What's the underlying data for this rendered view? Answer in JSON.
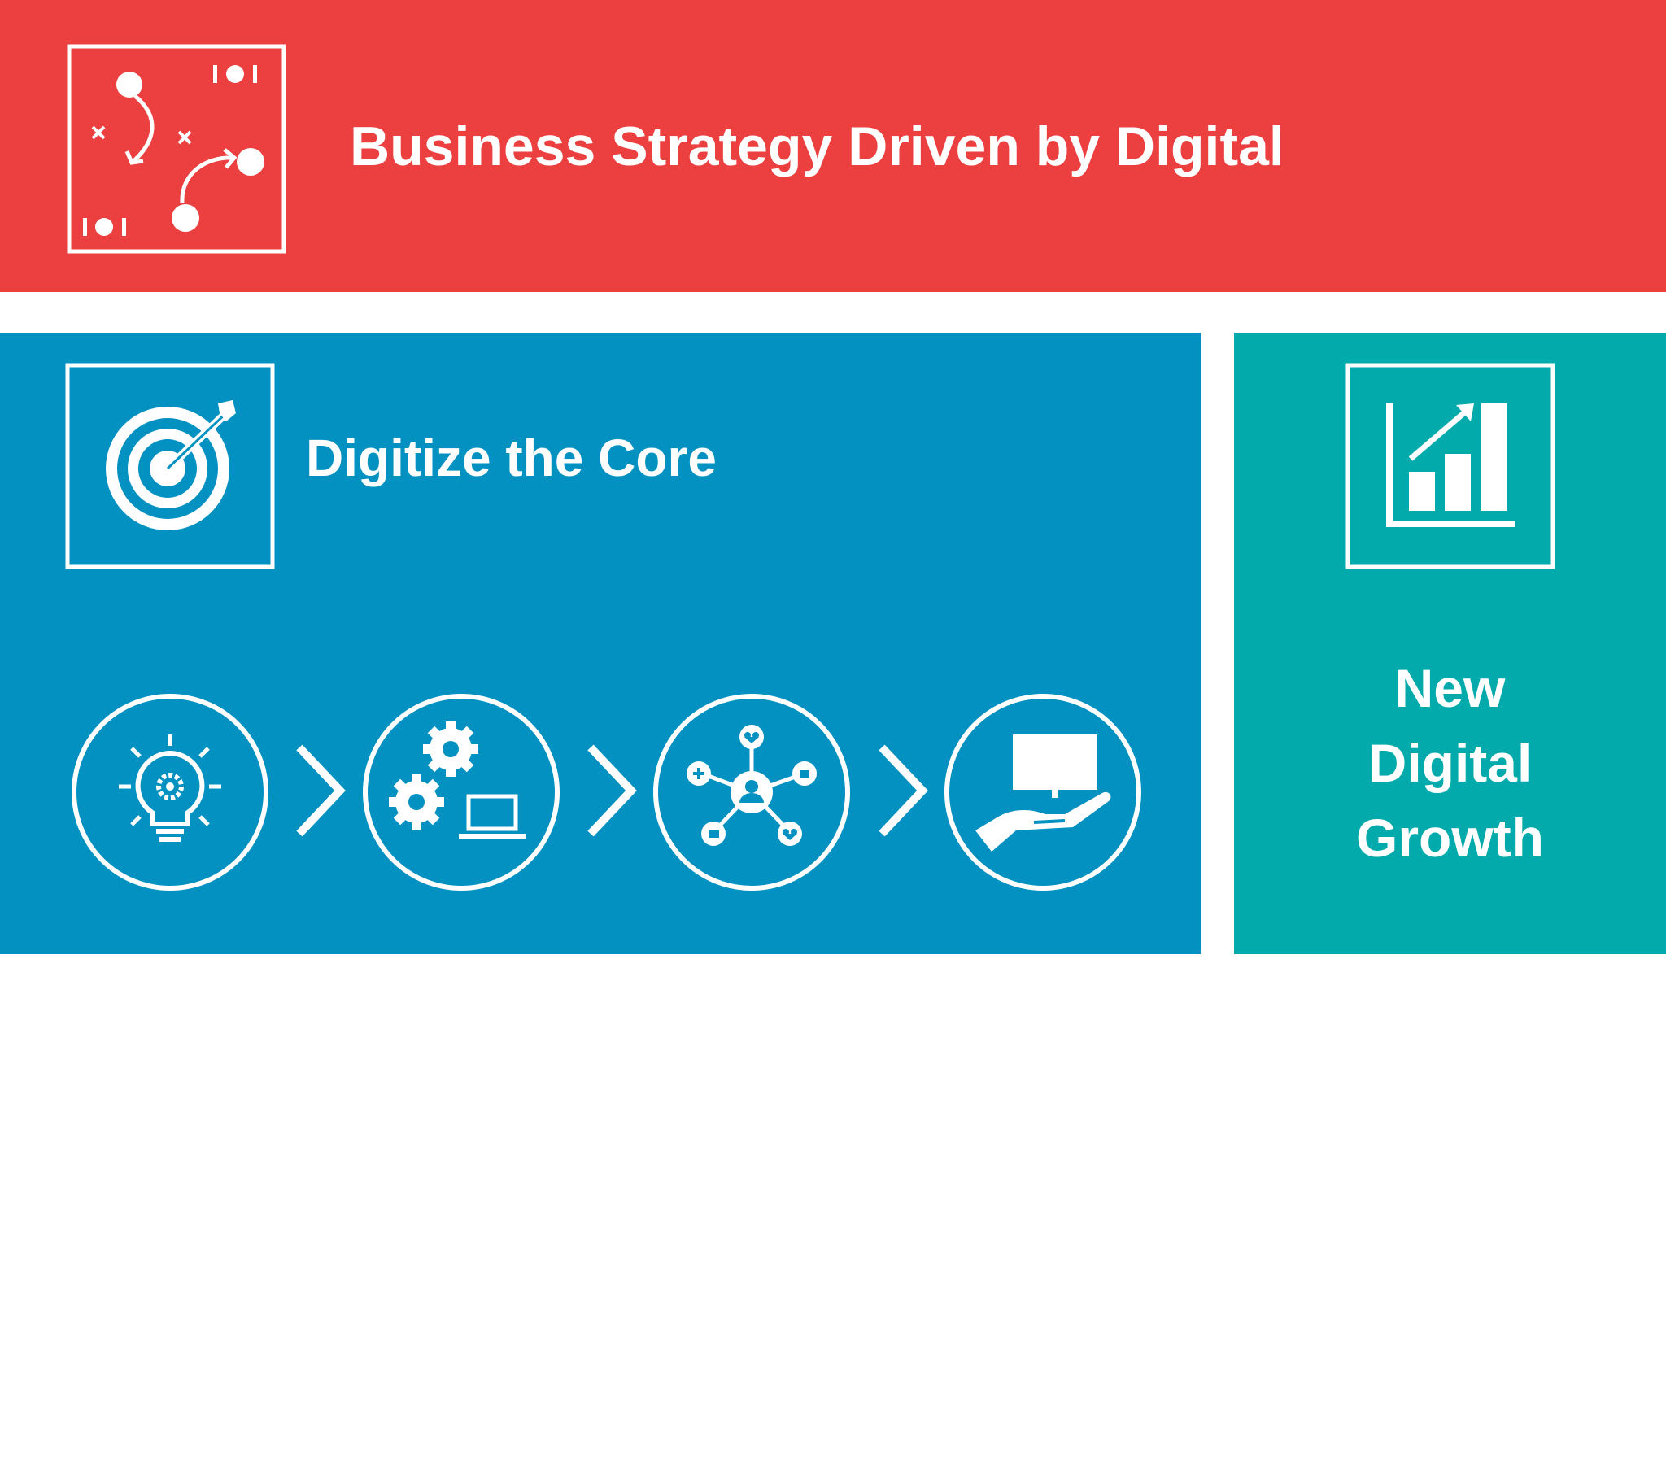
{
  "colors": {
    "strategy": "#ec4040",
    "core": "#0291c1",
    "growth": "#03aaab",
    "icon": "#ffffff"
  },
  "strategy": {
    "title": "Business Strategy Driven by Digital",
    "icon": "strategy-playbook-icon",
    "icon_marks": {
      "left": "I O I",
      "right": "I O I",
      "x": "×"
    }
  },
  "core": {
    "title": "Digitize the Core",
    "icon": "target-arrow-icon",
    "steps": [
      {
        "icon": "lightbulb-gear-icon"
      },
      {
        "icon": "gears-laptop-icon"
      },
      {
        "icon": "social-network-icon"
      },
      {
        "icon": "hand-monitor-icon"
      }
    ],
    "connector_icon": "chevron-right-icon"
  },
  "growth": {
    "title_lines": [
      "New",
      "Digital",
      "Growth"
    ],
    "icon": "bar-chart-growth-icon"
  }
}
